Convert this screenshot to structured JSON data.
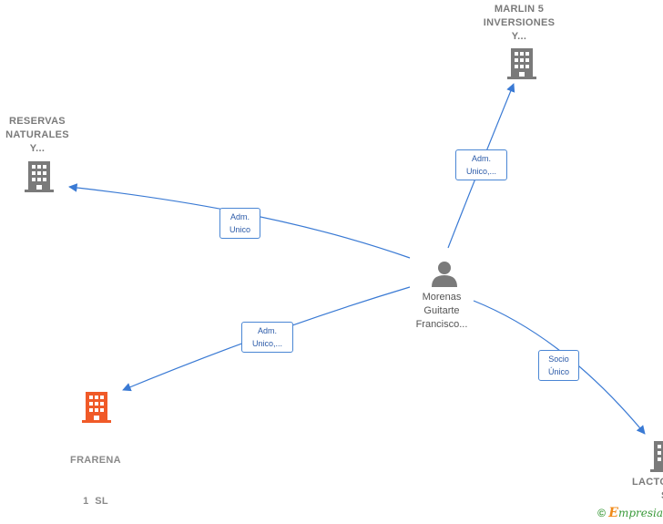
{
  "center_person": {
    "lines": [
      "Morenas",
      "Guitarte",
      "Francisco..."
    ],
    "icon": "person-icon"
  },
  "companies": [
    {
      "id": "marlin",
      "lines": [
        "MARLIN 5",
        "INVERSIONES",
        "Y..."
      ],
      "icon": "building-icon",
      "color": "#7a7a7a"
    },
    {
      "id": "reservas",
      "lines": [
        "RESERVAS",
        "NATURALES",
        "Y..."
      ],
      "icon": "building-icon",
      "color": "#7a7a7a"
    },
    {
      "id": "frarena",
      "lines": [
        "FRARENA",
        "1  SL"
      ],
      "icon": "building-icon",
      "color": "#f05a28"
    },
    {
      "id": "lacto",
      "lines": [
        "LACTO",
        "S"
      ],
      "icon": "building-icon",
      "color": "#7a7a7a"
    }
  ],
  "edges": [
    {
      "id": "marlin",
      "lines": [
        "Adm.",
        "Unico,..."
      ]
    },
    {
      "id": "reservas",
      "lines": [
        "Adm.",
        "Unico"
      ]
    },
    {
      "id": "frarena",
      "lines": [
        "Adm.",
        "Unico,..."
      ]
    },
    {
      "id": "lacto",
      "lines": [
        "Socio",
        "Único"
      ]
    }
  ],
  "colors": {
    "edge": "#3a7ad4",
    "building": "#7a7a7a",
    "highlight": "#f05a28",
    "person": "#7a7a7a"
  },
  "footer": {
    "copyright": "©",
    "brand_initial": "E",
    "brand_rest": "mpresia"
  }
}
